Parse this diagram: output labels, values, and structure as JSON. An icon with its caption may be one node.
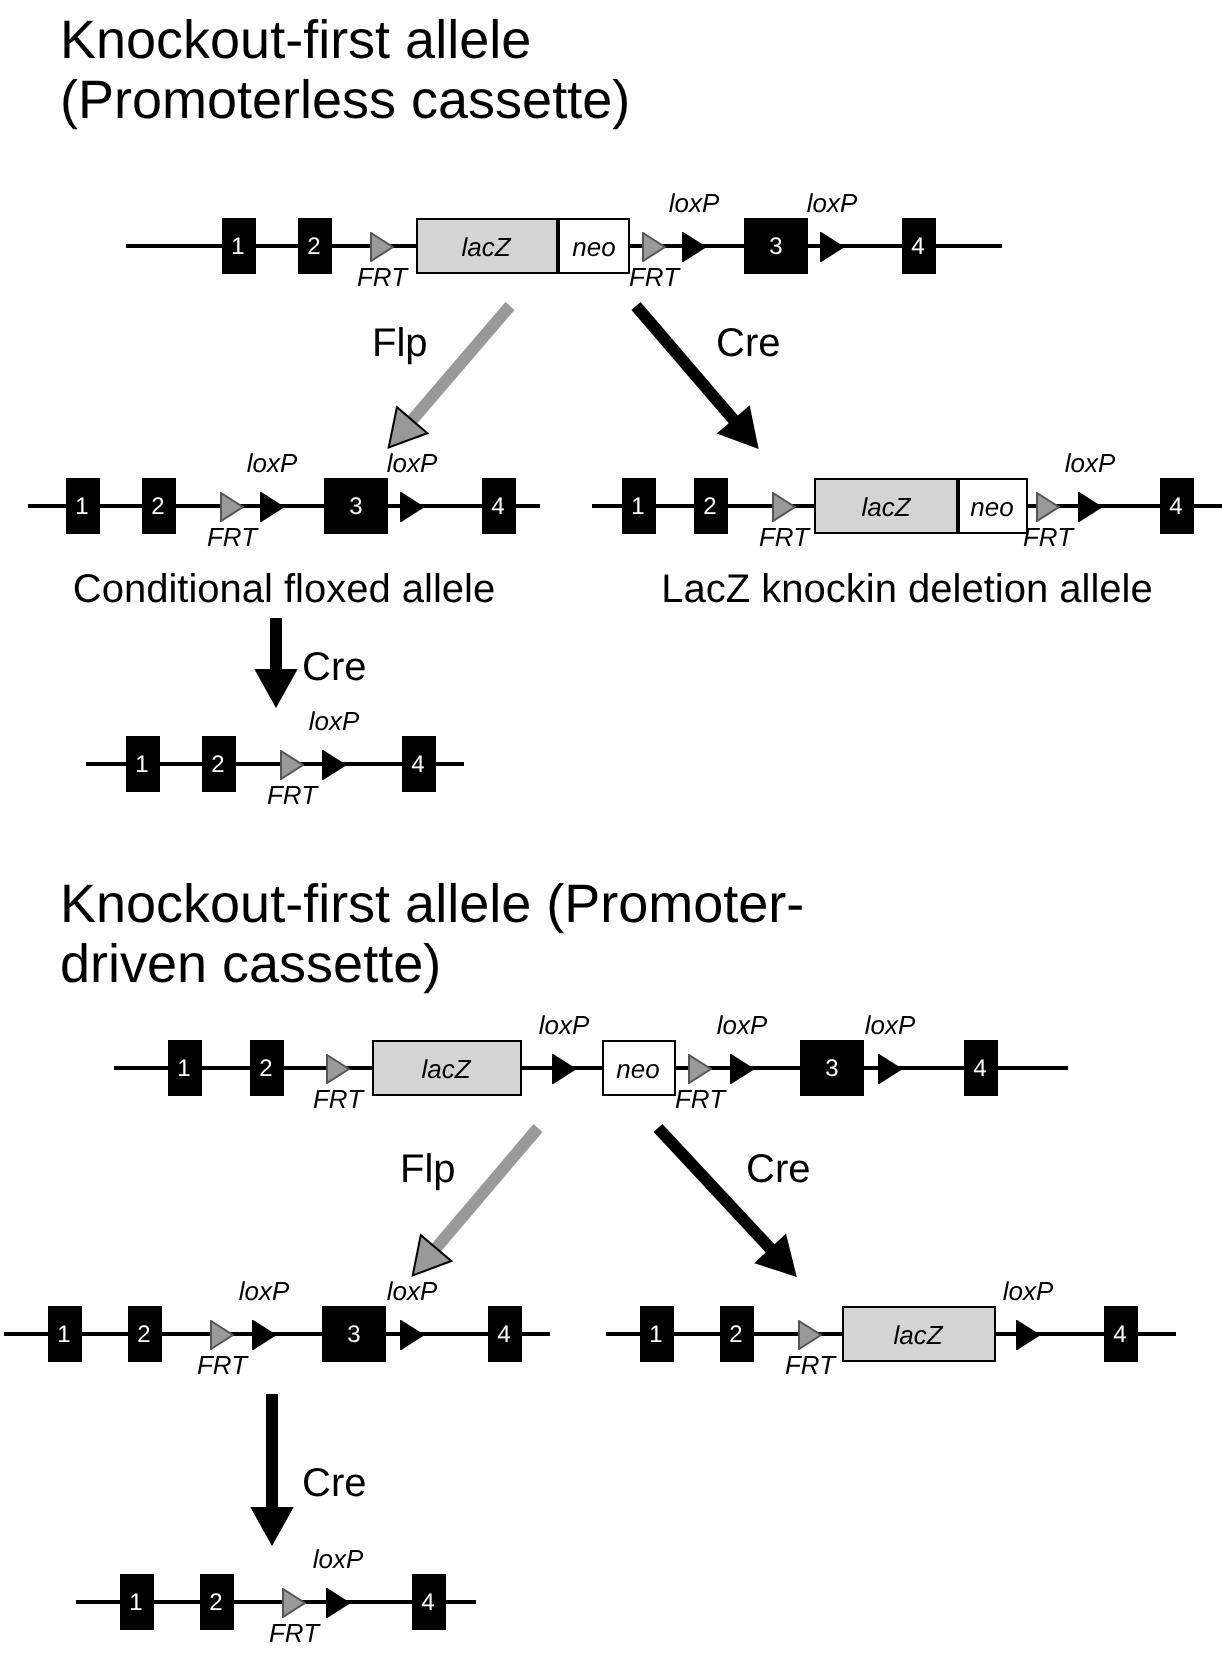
{
  "diagram": {
    "nodes": [
      {
        "text": [
          "Knockout-first allele (Promoterless cassette)"
        ]
      },
      {
        "text": [
          "1"
        ],
        "in": 0
      },
      {
        "text": [
          "2"
        ],
        "in": 0
      },
      {
        "text": [
          "FRT"
        ],
        "in": 0
      },
      {
        "text": [
          "lacZ"
        ],
        "in": 0
      },
      {
        "text": [
          "neo"
        ],
        "in": 0
      },
      {
        "text": [
          "FRT"
        ],
        "in": 0
      },
      {
        "text": [
          "loxP"
        ],
        "in": 0
      },
      {
        "text": [
          "3"
        ],
        "in": 0
      },
      {
        "text": [
          "loxP"
        ],
        "in": 0
      },
      {
        "text": [
          "4"
        ],
        "in": 0
      },
      {
        "text": [
          "Conditional floxed allele"
        ]
      },
      {
        "text": [
          "1"
        ],
        "in": 11
      },
      {
        "text": [
          "2"
        ],
        "in": 11
      },
      {
        "text": [
          "FRT"
        ],
        "in": 11
      },
      {
        "text": [
          "loxP"
        ],
        "in": 11
      },
      {
        "text": [
          "3"
        ],
        "in": 11
      },
      {
        "text": [
          "loxP"
        ],
        "in": 11
      },
      {
        "text": [
          "4"
        ],
        "in": 11
      },
      {
        "text": [
          "LacZ knockin deletion allele"
        ]
      },
      {
        "text": [
          "1"
        ],
        "in": 19
      },
      {
        "text": [
          "2"
        ],
        "in": 19
      },
      {
        "text": [
          "FRT"
        ],
        "in": 19
      },
      {
        "text": [
          "lacZ"
        ],
        "in": 19
      },
      {
        "text": [
          "neo"
        ],
        "in": 19
      },
      {
        "text": [
          "FRT"
        ],
        "in": 19
      },
      {
        "text": [
          "loxP"
        ],
        "in": 19
      },
      {
        "text": [
          "4"
        ],
        "in": 19
      },
      {
        "text": [],
        "shape": "line"
      },
      {
        "text": [
          "1"
        ],
        "in": 28
      },
      {
        "text": [
          "2"
        ],
        "in": 28
      },
      {
        "text": [
          "FRT"
        ],
        "in": 28
      },
      {
        "text": [
          "loxP"
        ],
        "in": 28
      },
      {
        "text": [
          "4"
        ],
        "in": 28
      },
      {
        "text": [
          "Knockout-first allele (Promoter-driven cassette)"
        ]
      },
      {
        "text": [
          "1"
        ],
        "in": 34
      },
      {
        "text": [
          "2"
        ],
        "in": 34
      },
      {
        "text": [
          "FRT"
        ],
        "in": 34
      },
      {
        "text": [
          "lacZ"
        ],
        "in": 34
      },
      {
        "text": [
          "loxP"
        ],
        "in": 34
      },
      {
        "text": [
          "neo"
        ],
        "in": 34
      },
      {
        "text": [
          "FRT"
        ],
        "in": 34
      },
      {
        "text": [
          "loxP"
        ],
        "in": 34
      },
      {
        "text": [
          "3"
        ],
        "in": 34
      },
      {
        "text": [
          "loxP"
        ],
        "in": 34
      },
      {
        "text": [
          "4"
        ],
        "in": 34
      },
      {
        "text": [],
        "shape": "line"
      },
      {
        "text": [
          "1"
        ],
        "in": 46
      },
      {
        "text": [
          "2"
        ],
        "in": 46
      },
      {
        "text": [
          "FRT"
        ],
        "in": 46
      },
      {
        "text": [
          "loxP"
        ],
        "in": 46
      },
      {
        "text": [
          "3"
        ],
        "in": 46
      },
      {
        "text": [
          "loxP"
        ],
        "in": 46
      },
      {
        "text": [
          "4"
        ],
        "in": 46
      },
      {
        "text": [],
        "shape": "line"
      },
      {
        "text": [
          "1"
        ],
        "in": 54
      },
      {
        "text": [
          "2"
        ],
        "in": 54
      },
      {
        "text": [
          "FRT"
        ],
        "in": 54
      },
      {
        "text": [
          "lacZ"
        ],
        "in": 54
      },
      {
        "text": [
          "loxP"
        ],
        "in": 54
      },
      {
        "text": [
          "4"
        ],
        "in": 54
      },
      {
        "text": [],
        "shape": "line"
      },
      {
        "text": [
          "1"
        ],
        "in": 61
      },
      {
        "text": [
          "2"
        ],
        "in": 61
      },
      {
        "text": [
          "FRT"
        ],
        "in": 61
      },
      {
        "text": [
          "loxP"
        ],
        "in": 61
      },
      {
        "text": [
          "4"
        ],
        "in": 61
      }
    ],
    "edges": [
      {
        "from": 0,
        "to": 11,
        "arrow": "to",
        "label": "Flp",
        "color": "#999999"
      },
      {
        "from": 0,
        "to": 19,
        "arrow": "to",
        "label": "Cre"
      },
      {
        "from": 11,
        "to": 28,
        "arrow": "to",
        "label": "Cre"
      },
      {
        "from": 34,
        "to": 46,
        "arrow": "to",
        "label": "Flp",
        "color": "#999999"
      },
      {
        "from": 34,
        "to": 54,
        "arrow": "to",
        "label": "Cre"
      },
      {
        "from": 46,
        "to": 61,
        "arrow": "to",
        "label": "Cre"
      }
    ]
  }
}
